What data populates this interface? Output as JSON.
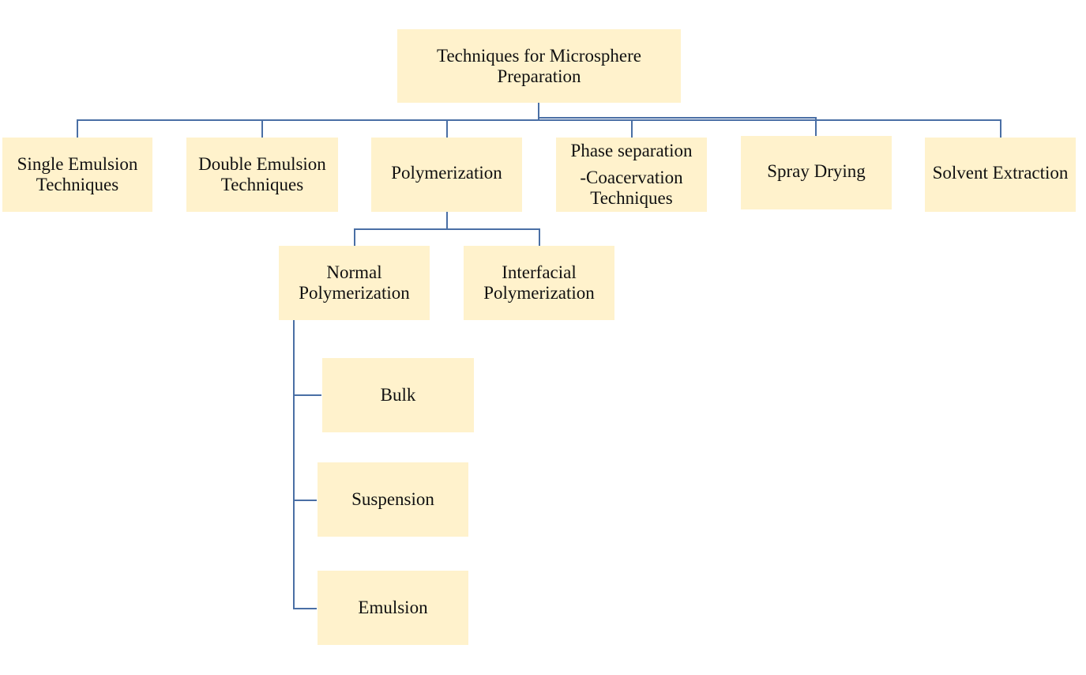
{
  "diagram": {
    "root": {
      "lines": [
        "Techniques for Microsphere",
        "Preparation"
      ]
    },
    "level1": [
      {
        "id": "single",
        "lines": [
          "Single Emulsion",
          "Techniques"
        ]
      },
      {
        "id": "double",
        "lines": [
          "Double Emulsion",
          "Techniques"
        ]
      },
      {
        "id": "polymerization",
        "lines": [
          "Polymerization"
        ]
      },
      {
        "id": "phase",
        "lines": [
          "Phase separation",
          "-Coacervation",
          "Techniques"
        ]
      },
      {
        "id": "spray",
        "lines": [
          "Spray Drying"
        ]
      },
      {
        "id": "solvent",
        "lines": [
          "Solvent Extraction"
        ]
      }
    ],
    "polymerization_children": [
      {
        "id": "normal",
        "lines": [
          "Normal",
          "Polymerization"
        ]
      },
      {
        "id": "interfacial",
        "lines": [
          "Interfacial",
          "Polymerization"
        ]
      }
    ],
    "normal_children": [
      {
        "id": "bulk",
        "lines": [
          "Bulk"
        ]
      },
      {
        "id": "suspension",
        "lines": [
          "Suspension"
        ]
      },
      {
        "id": "emulsion",
        "lines": [
          "Emulsion"
        ]
      }
    ]
  },
  "colors": {
    "box_fill": "#fff2cc",
    "connector": "#4a6fa5"
  }
}
